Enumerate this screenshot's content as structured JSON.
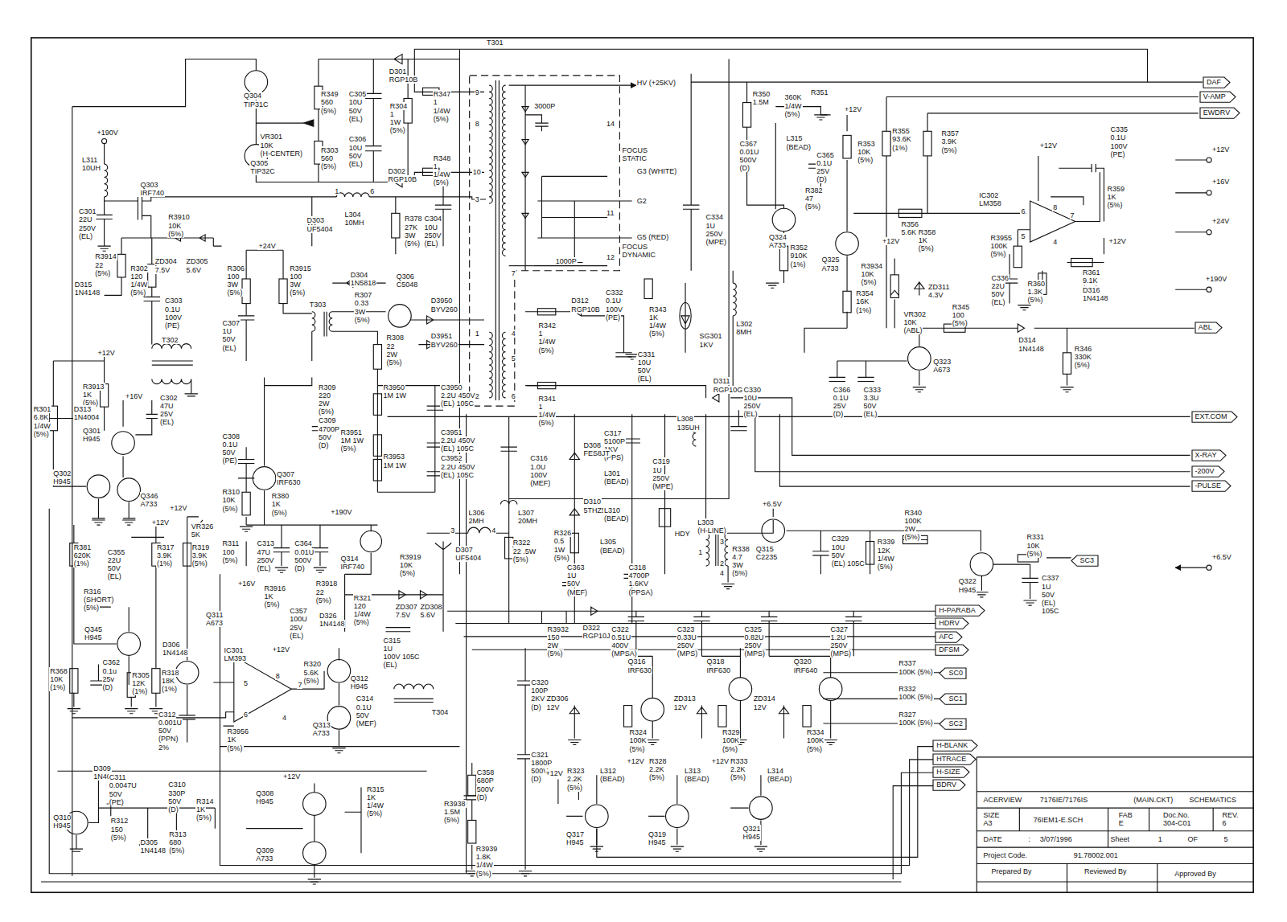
{
  "diagram": {
    "nodes": [
      {
        "text": [
          "DAF"
        ]
      },
      {
        "text": [
          "V-AMP"
        ]
      },
      {
        "text": [
          "EWDRV"
        ]
      },
      {
        "text": [
          "ABL"
        ]
      },
      {
        "text": [
          "EXT.COM"
        ]
      },
      {
        "text": [
          "X-RAY"
        ]
      },
      {
        "text": [
          "-200V"
        ]
      },
      {
        "text": [
          "-PULSE"
        ]
      },
      {
        "text": [
          "SC3"
        ]
      },
      {
        "text": [
          "H-PARABA"
        ]
      },
      {
        "text": [
          "HDRV"
        ]
      },
      {
        "text": [
          "AFC"
        ]
      },
      {
        "text": [
          "DFSM"
        ]
      },
      {
        "text": [
          "SC0"
        ]
      },
      {
        "text": [
          "SC1"
        ]
      },
      {
        "text": [
          "SC2"
        ]
      },
      {
        "text": [
          "H-BLANK"
        ]
      },
      {
        "text": [
          "HTRACE"
        ]
      },
      {
        "text": [
          "H-SIZE"
        ]
      },
      {
        "text": [
          "BDRV"
        ]
      }
    ],
    "labels": [
      "Q304",
      "TIP31C",
      "R349",
      "560",
      "(5%)",
      "VR301",
      "10K",
      "(H-CENTER)",
      "Q305",
      "TIP32C",
      "R303",
      "560",
      "(5%)",
      "C305",
      "10U",
      "50V",
      "(EL)",
      "C306",
      "10U",
      "50V",
      "(EL)",
      "D301",
      "RGP10B",
      "R304",
      "1",
      "1W",
      "(5%)",
      "D302",
      "RGP10B",
      "R347",
      "1",
      "1/4W",
      "(5%)",
      "R348",
      "1",
      "1/4W",
      "(5%)",
      "T301",
      "9",
      "8",
      "10",
      "3",
      "7",
      "1",
      "4",
      "5",
      "2",
      "6",
      "3000P",
      "HV (+25KV)",
      "14",
      "FOCUS",
      "STATIC",
      "G3 (WHITE)",
      "G2",
      "11",
      "G5 (RED)",
      "FOCUS",
      "DYNAMIC",
      "12",
      "1000P",
      "+190V",
      "L311",
      "10UH",
      "Q303",
      "IRF740",
      "C301",
      "22U",
      "250V",
      "(EL)",
      "R3910",
      "10K",
      "(5%)",
      "R3914",
      "22",
      "(5%)",
      "R302",
      "120",
      "1/4W",
      "(5%)",
      "ZD304",
      "7.5V",
      "ZD305",
      "5.6V",
      "D315",
      "1N4148",
      "C303",
      "0.1U",
      "100V",
      "(PE)",
      "T302",
      "+12V",
      "R3913",
      "1K",
      "(5%)",
      "+16V",
      "C302",
      "47U",
      "25V",
      "(EL)",
      "R301",
      "6.8K",
      "1/4W",
      "(5%)",
      "D313",
      "1N4004",
      "Q301",
      "H945",
      "Q302",
      "H945",
      "Q346",
      "A733",
      "+12V",
      "+12V",
      "VR326",
      "5K",
      "R381",
      "620K",
      "(1%)",
      "C355",
      "22U",
      "50V",
      "(EL)",
      "R317",
      "3.9K",
      "(1%)",
      "R319",
      "3.9K",
      "(5%)",
      "R316",
      "(SHORT)",
      "(5%)",
      "Q345",
      "H945",
      "Q311",
      "A673",
      "D306",
      "1N4148",
      "C362",
      "0.1u",
      "25v",
      "(D)",
      "R368",
      "10K",
      "(1%)",
      "R305",
      "12K",
      "(1%)",
      "R318",
      "18K",
      "(1%)",
      "C312",
      "0.001U",
      "50V",
      "(PPN)",
      "2%",
      "D309",
      "1N4004",
      "C311",
      "0.0047U",
      "50V",
      "(PE)",
      "C310",
      "330P",
      "50V",
      "(D)",
      "R314",
      "1K",
      "(5%)",
      "Q310",
      "H945",
      "R312",
      "150",
      "(5%)",
      "D305",
      "1N4148",
      "R313",
      "680",
      "(5%)",
      "+12V",
      "Q308",
      "H945",
      "Q309",
      "A733",
      "R315",
      "1K",
      "1/4W",
      "(5%)",
      "+24V",
      "R306",
      "100",
      "3W",
      "(5%)",
      "R3915",
      "100",
      "3W",
      "(5%)",
      "C307",
      "1U",
      "50V",
      "(EL)",
      "T303",
      "D304",
      "1N5818",
      "R307",
      "0.33",
      "3W",
      "(5%)",
      "Q306",
      "C5048",
      "D3950",
      "BYV260",
      "D3951",
      "BYV260",
      "R308",
      "22",
      "2W",
      "(5%)",
      "R309",
      "220",
      "2W",
      "(5%)",
      "C309",
      "4700P",
      "50V",
      "(D)",
      "R3950",
      "1M 1W",
      "C3950",
      "2.2U 450V",
      "(EL) 105C",
      "R3951",
      "1M 1W",
      "(5%)",
      "C3951",
      "2.2U 450V",
      "(EL) 105C",
      "R3953",
      "1M 1W",
      "C3952",
      "2.2U 450V",
      "(EL) 105C",
      "C308",
      "0.1U",
      "50V",
      "(PE)",
      "Q307",
      "IRF630",
      "R310",
      "10K",
      "(5%)",
      "R380",
      "1K",
      "(5%)",
      "+190V",
      "R311",
      "100",
      "(5%)",
      "C313",
      "47U",
      "250V",
      "(EL)",
      "C364",
      "0.01U",
      "500V",
      "(D)",
      "Q314",
      "IRF740",
      "R3919",
      "10K",
      "(5%)",
      "R3918",
      "22",
      "(5%)",
      "+16V",
      "R3916",
      "1K",
      "(5%)",
      "C357",
      "100U",
      "25V",
      "(EL)",
      "D326",
      "1N4148",
      "R321",
      "120",
      "1/4W",
      "(5%)",
      "ZD307",
      "7.5V",
      "ZD308",
      "5.6V",
      "C315",
      "1U",
      "100V 105C",
      "(EL)",
      "T304",
      "+12V",
      "IC301",
      "LM393",
      "R320",
      "5.6K",
      "(5%)",
      "Q312",
      "H945",
      "C314",
      "0.1U",
      "50V",
      "(MEF)",
      "Q313",
      "A733",
      "R3956",
      "1K",
      "(5%)",
      "5",
      "8",
      "7",
      "6",
      "4",
      "L306",
      "2MH",
      "3",
      "4",
      "D307",
      "UF5404",
      "D303",
      "UF5404",
      "L304",
      "10MH",
      "1",
      "6",
      "R378",
      "27K",
      "3W",
      "(5%)",
      "C304",
      "10U",
      "250V",
      "(EL)",
      "SG301",
      "1KV",
      "C334",
      "1U",
      "250V",
      "(MPE)",
      "C367",
      "0.01U",
      "500V",
      "(D)",
      "L302",
      "8MH",
      "R343",
      "1K",
      "1/4W",
      "(5%)",
      "C332",
      "0.1U",
      "100V",
      "(PE)",
      "R342",
      "1",
      "1/4W",
      "(5%)",
      "D312",
      "RGP10B",
      "C331",
      "10U",
      "50V",
      "(EL)",
      "R341",
      "1",
      "1/4W",
      "(5%)",
      "D311",
      "RGP10G",
      "C330",
      "10U",
      "250V",
      "(EL)",
      "L308",
      "135UH",
      "C317",
      "5100P",
      "1KV",
      "(PPS)",
      "C319",
      "1U",
      "250V",
      "(MPE)",
      "C316",
      "1.0U",
      "100V",
      "(MEF)",
      "D308",
      "FES8JT",
      "L301",
      "(BEAD)",
      "L307",
      "20MH",
      "D310",
      "5THZ52",
      "L310",
      "(BEAD)",
      "HDY",
      "R322",
      "22 .5W",
      "(5%)",
      "R326",
      "0.5",
      "1W",
      "(5%)",
      "C363",
      "1U",
      "50V",
      "(MEF)",
      "L305",
      "(BEAD)",
      "C318",
      "4700P",
      "1.6KV",
      "(PPSA)",
      "L303",
      "(H-LINE)",
      "3",
      "1",
      "2",
      "4",
      "R338",
      "4.7",
      "3W",
      "(5%)",
      "+6.5V",
      "Q315",
      "C2235",
      "C329",
      "10U",
      "50V",
      "(EL) 105C",
      "R339",
      "12K",
      "1/4W",
      "(5%)",
      "R340",
      "100K",
      "2W",
      "(5%)",
      "R3932",
      "150",
      "2W",
      "(5%)",
      "D322",
      "RGP10J",
      "C322",
      "0.51U",
      "400V",
      "(MPSA)",
      "C323",
      "0.33U",
      "250V",
      "(MPS)",
      "C325",
      "0.82U",
      "250V",
      "(MPS)",
      "C327",
      "1.2U",
      "250V",
      "(MPS)",
      "C320",
      "100P",
      "2KV",
      "(D)",
      "Q316",
      "IRF630",
      "Q318",
      "IRF630",
      "Q320",
      "IRF640",
      "ZD306",
      "12V",
      "R324",
      "100K",
      "(5%)",
      "ZD313",
      "12V",
      "R329",
      "100K",
      "(5%)",
      "ZD314",
      "12V",
      "R334",
      "100K",
      "(5%)",
      "R337",
      "100K (5%)",
      "R332",
      "100K (5%)",
      "R327",
      "100K (5%)",
      "C321",
      "1800P",
      "500V",
      "(D)",
      "C358",
      "680P",
      "500V",
      "(D)",
      "R3938",
      "1.5M",
      "(5%)",
      "R3939",
      "1.8K",
      "1/4W",
      "(5%)",
      "+12V",
      "R323",
      "2.2K",
      "(5%)",
      "L312",
      "(BEAD)",
      "+12V",
      "R328",
      "2.2K",
      "(5%)",
      "L313",
      "(BEAD)",
      "+12V",
      "R333",
      "2.2K",
      "(5%)",
      "L314",
      "(BEAD)",
      "Q317",
      "H945",
      "Q319",
      "H945",
      "Q321",
      "H945",
      "R350",
      "1.5M",
      "360K",
      "1/4W",
      "(5%)",
      "R351",
      "L315",
      "(BEAD)",
      "+12V",
      "R353",
      "10K",
      "(5%)",
      "C365",
      "0.1U",
      "25V",
      "(D)",
      "R382",
      "47",
      "(5%)",
      "Q324",
      "A733",
      "Q325",
      "A733",
      "R352",
      "910K",
      "(1%)",
      "R354",
      "16K",
      "(1%)",
      "R355",
      "93.6K",
      "(1%)",
      "R357",
      "3.9K",
      "(5%)",
      "C335",
      "0.1U",
      "100V",
      "(PE)",
      "+12V",
      "R356",
      "5.6K",
      "IC302",
      "LM358",
      "R359",
      "1K",
      "(5%)",
      "R358",
      "1K",
      "(5%)",
      "R3955",
      "100K",
      "(5%)",
      "R361",
      "9.1K",
      "(5%)",
      "+12V",
      "+12V",
      "R3934",
      "10K",
      "(5%)",
      "ZD311",
      "4.3V",
      "C336",
      "22U",
      "50V",
      "(EL)",
      "R360",
      "1.3K",
      "(5%)",
      "D316",
      "1N4148",
      "VR302",
      "10K",
      "(ABL)",
      "R345",
      "100",
      "(5%)",
      "D314",
      "1N4148",
      "R346",
      "330K",
      "(5%)",
      "C366",
      "0.1U",
      "25V",
      "(D)",
      "C333",
      "3.3U",
      "50V",
      "(EL)",
      "Q323",
      "A673",
      "+12V",
      "+16V",
      "+24V",
      "+190V",
      "+6.5V",
      "Q322",
      "H945",
      "R331",
      "10K",
      "(5%)",
      "C337",
      "1U",
      "50V",
      "(EL)",
      "105C",
      "6",
      "8",
      "7",
      "5",
      "4",
      "ACERVIEW",
      "7176IE/7176IS",
      "(MAIN.CKT)",
      "SCHEMATICS",
      "SIZE",
      "A3",
      "76IEM1-E.SCH",
      "FAB",
      "E",
      "Doc.No.",
      "304-C01",
      "REV.",
      "6",
      "DATE",
      ":",
      "3/07/1996",
      "Sheet",
      "1",
      "OF",
      "5",
      "Project Code.",
      "91.78002.001",
      "Prepared By",
      "Reviewed By",
      "Approved By"
    ]
  }
}
